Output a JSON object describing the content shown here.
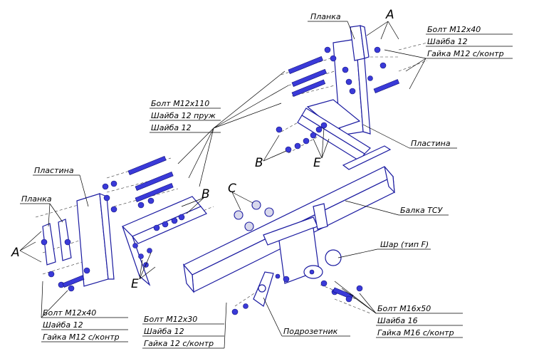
{
  "labels": {
    "planka_top": "Планка",
    "bolt_group_top_right": [
      "Болт М12х40",
      "Шайба 12",
      "Гайка М12 с/контр"
    ],
    "bolt_group_middle": [
      "Болт М12х110",
      "Шайба 12 пруж",
      "Шайба 12"
    ],
    "plastina_left": "Пластина",
    "planka_left": "Планка",
    "plastina_right": "Пластина",
    "balka": "Балка ТСУ",
    "shar": "Шар (тип F)",
    "podrozetnik": "Подрозетник",
    "bolt_group_bottom_left": [
      "Болт М12х40",
      "Шайба 12",
      "Гайка М12 с/контр"
    ],
    "bolt_group_bottom_mid": [
      "Болт М12х30",
      "Шайба 12",
      "Гайка 12 с/контр"
    ],
    "bolt_group_bottom_right": [
      "Болт М16х50",
      "Шайба 16",
      "Гайка М16 с/контр"
    ]
  },
  "letters": {
    "A_top": "A",
    "A_left": "A",
    "B_mid": "B",
    "B_right": "B",
    "C": "C",
    "E_left": "E",
    "E_right": "E"
  }
}
